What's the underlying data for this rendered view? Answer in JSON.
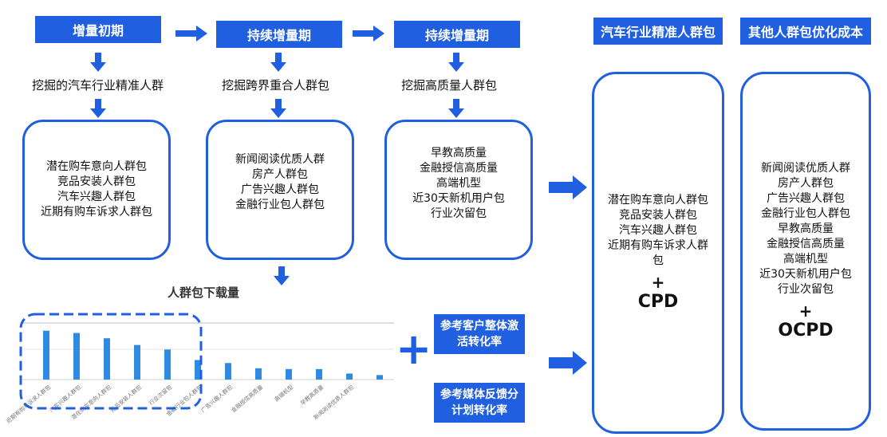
{
  "stages": [
    {
      "title": "增量初期",
      "subtitle": "挖掘的汽车行业精准人群",
      "items": [
        "潜在购车意向人群包",
        "竞品安装人群包",
        "汽车兴趣人群包",
        "近期有购车诉求人群包"
      ]
    },
    {
      "title": "持续增量期",
      "subtitle": "挖掘跨界重合人群包",
      "items": [
        "新闻阅读优质人群",
        "房产人群包",
        "广告兴趣人群包",
        "金融行业包人群包"
      ]
    },
    {
      "title": "持续增量期",
      "subtitle": "挖掘高质量人群包",
      "items": [
        "早教高质量",
        "金融授信高质量",
        "高端机型",
        "近30天新机用户包",
        "行业次留包"
      ]
    }
  ],
  "right_columns": [
    {
      "title": "汽车行业精准人群包",
      "items": [
        "潜在购车意向人群包",
        "竞品安装人群包",
        "汽车兴趣人群包",
        "近期有购车诉求人群",
        "包"
      ],
      "plus": "+",
      "bid": "CPD"
    },
    {
      "title": "其他人群包优化成本",
      "items": [
        "新闻阅读优质人群",
        "房产人群包",
        "广告兴趣人群包",
        "金融行业包人群包",
        "早教高质量",
        "金融授信高质量",
        "高端机型",
        "近30天新机用户包",
        "行业次留包"
      ],
      "plus": "+",
      "bid": "OCPD"
    }
  ],
  "notes": {
    "plus_big": "+",
    "note1": "参考客户整体激活转化率",
    "note2": "参考媒体反馈分计划转化率"
  },
  "colors": {
    "primary": "#1f5fe0",
    "bar": "#2f8be0"
  },
  "chart_data": {
    "type": "bar",
    "title": "人群包下载量",
    "categories": [
      "近期有购车诉求人群包",
      "汽车兴趣人群包",
      "潜在购车意向人群包",
      "竞品安装人群包",
      "行业次留包",
      "金融行业包人群包",
      "广告兴趣人群包",
      "金融授信高质量",
      "高端机型",
      "早教高质量",
      "新闻阅读优质人群包"
    ],
    "values": [
      65,
      62,
      55,
      46,
      40,
      26,
      22,
      15,
      14,
      14,
      8,
      6
    ],
    "highlight_count": 5
  }
}
